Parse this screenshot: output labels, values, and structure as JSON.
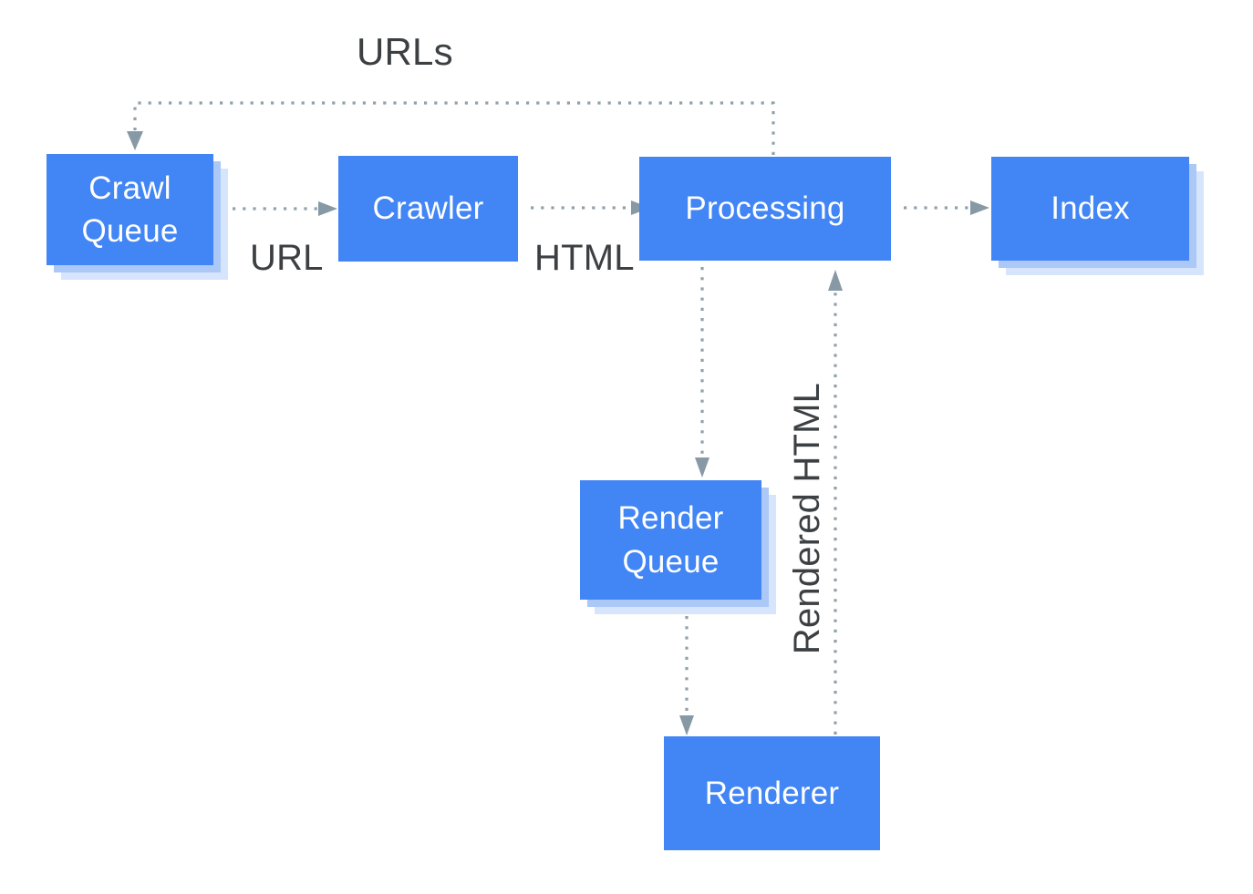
{
  "diagram": {
    "description": "Search indexing pipeline flow diagram"
  },
  "colors": {
    "node_fill": "#4285F4",
    "node_text": "#FFFFFF",
    "shadow_mid": "#ABC8F7",
    "shadow_light": "#D7E5FC",
    "line": "#8FA1AB",
    "arrowhead": "#8799A4",
    "label_text": "#3C4043",
    "background": "#FFFFFF"
  },
  "nodes": [
    {
      "id": "crawl-queue",
      "label": "Crawl Queue"
    },
    {
      "id": "crawler",
      "label": "Crawler"
    },
    {
      "id": "processing",
      "label": "Processing"
    },
    {
      "id": "index",
      "label": "Index"
    },
    {
      "id": "render-queue",
      "label": "Render Queue"
    },
    {
      "id": "renderer",
      "label": "Renderer"
    }
  ],
  "edges": [
    {
      "from": "processing",
      "to": "crawl-queue",
      "label": "URLs"
    },
    {
      "from": "crawl-queue",
      "to": "crawler",
      "label": "URL"
    },
    {
      "from": "crawler",
      "to": "processing",
      "label": "HTML"
    },
    {
      "from": "processing",
      "to": "index",
      "label": ""
    },
    {
      "from": "processing",
      "to": "render-queue",
      "label": ""
    },
    {
      "from": "render-queue",
      "to": "renderer",
      "label": ""
    },
    {
      "from": "renderer",
      "to": "processing",
      "label": "Rendered HTML"
    }
  ],
  "edge_labels": {
    "urls": "URLs",
    "url": "URL",
    "html": "HTML",
    "rendered_html": "Rendered HTML"
  }
}
